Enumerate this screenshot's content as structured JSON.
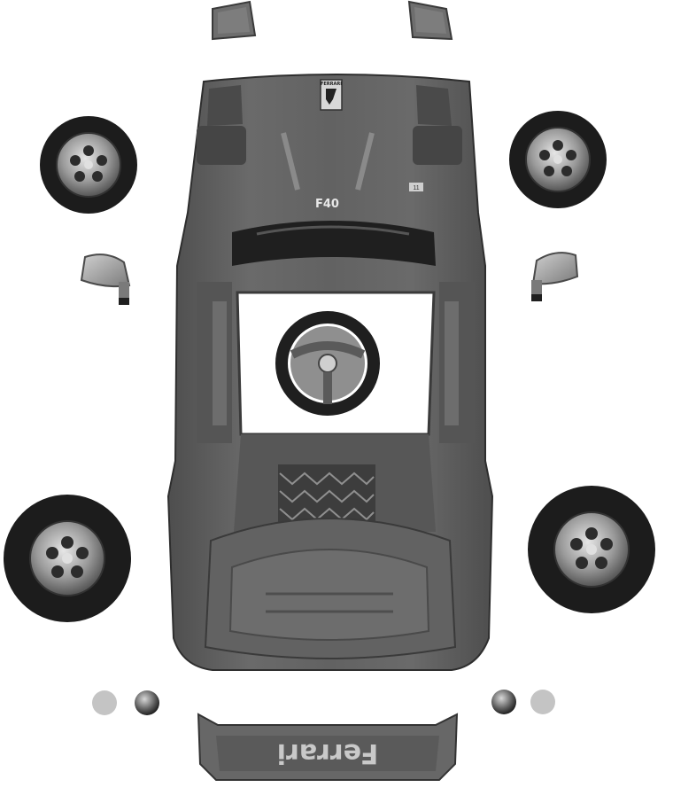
{
  "image": {
    "subject": "ride-on car kit parts",
    "background": "#ffffff"
  },
  "body": {
    "badge_text": "FERRARI",
    "engine_cover_text": "F40",
    "sticker_text": "11"
  },
  "rear_bumper": {
    "brand_text": "Ferrari"
  },
  "colors": {
    "body_paint": "#5d5d5d",
    "body_shadow": "#3e3e3e",
    "tire": "#1c1c1c",
    "rim": "#9a9a9a",
    "mirror": "#a8a8a8",
    "light_lens": "#c4c4c4"
  },
  "parts": {
    "wheels": 4,
    "mirrors": 2,
    "vent_covers": 2,
    "light_lenses": 2,
    "knobs": 2,
    "steering_wheel": 1,
    "rear_bumper": 1
  }
}
